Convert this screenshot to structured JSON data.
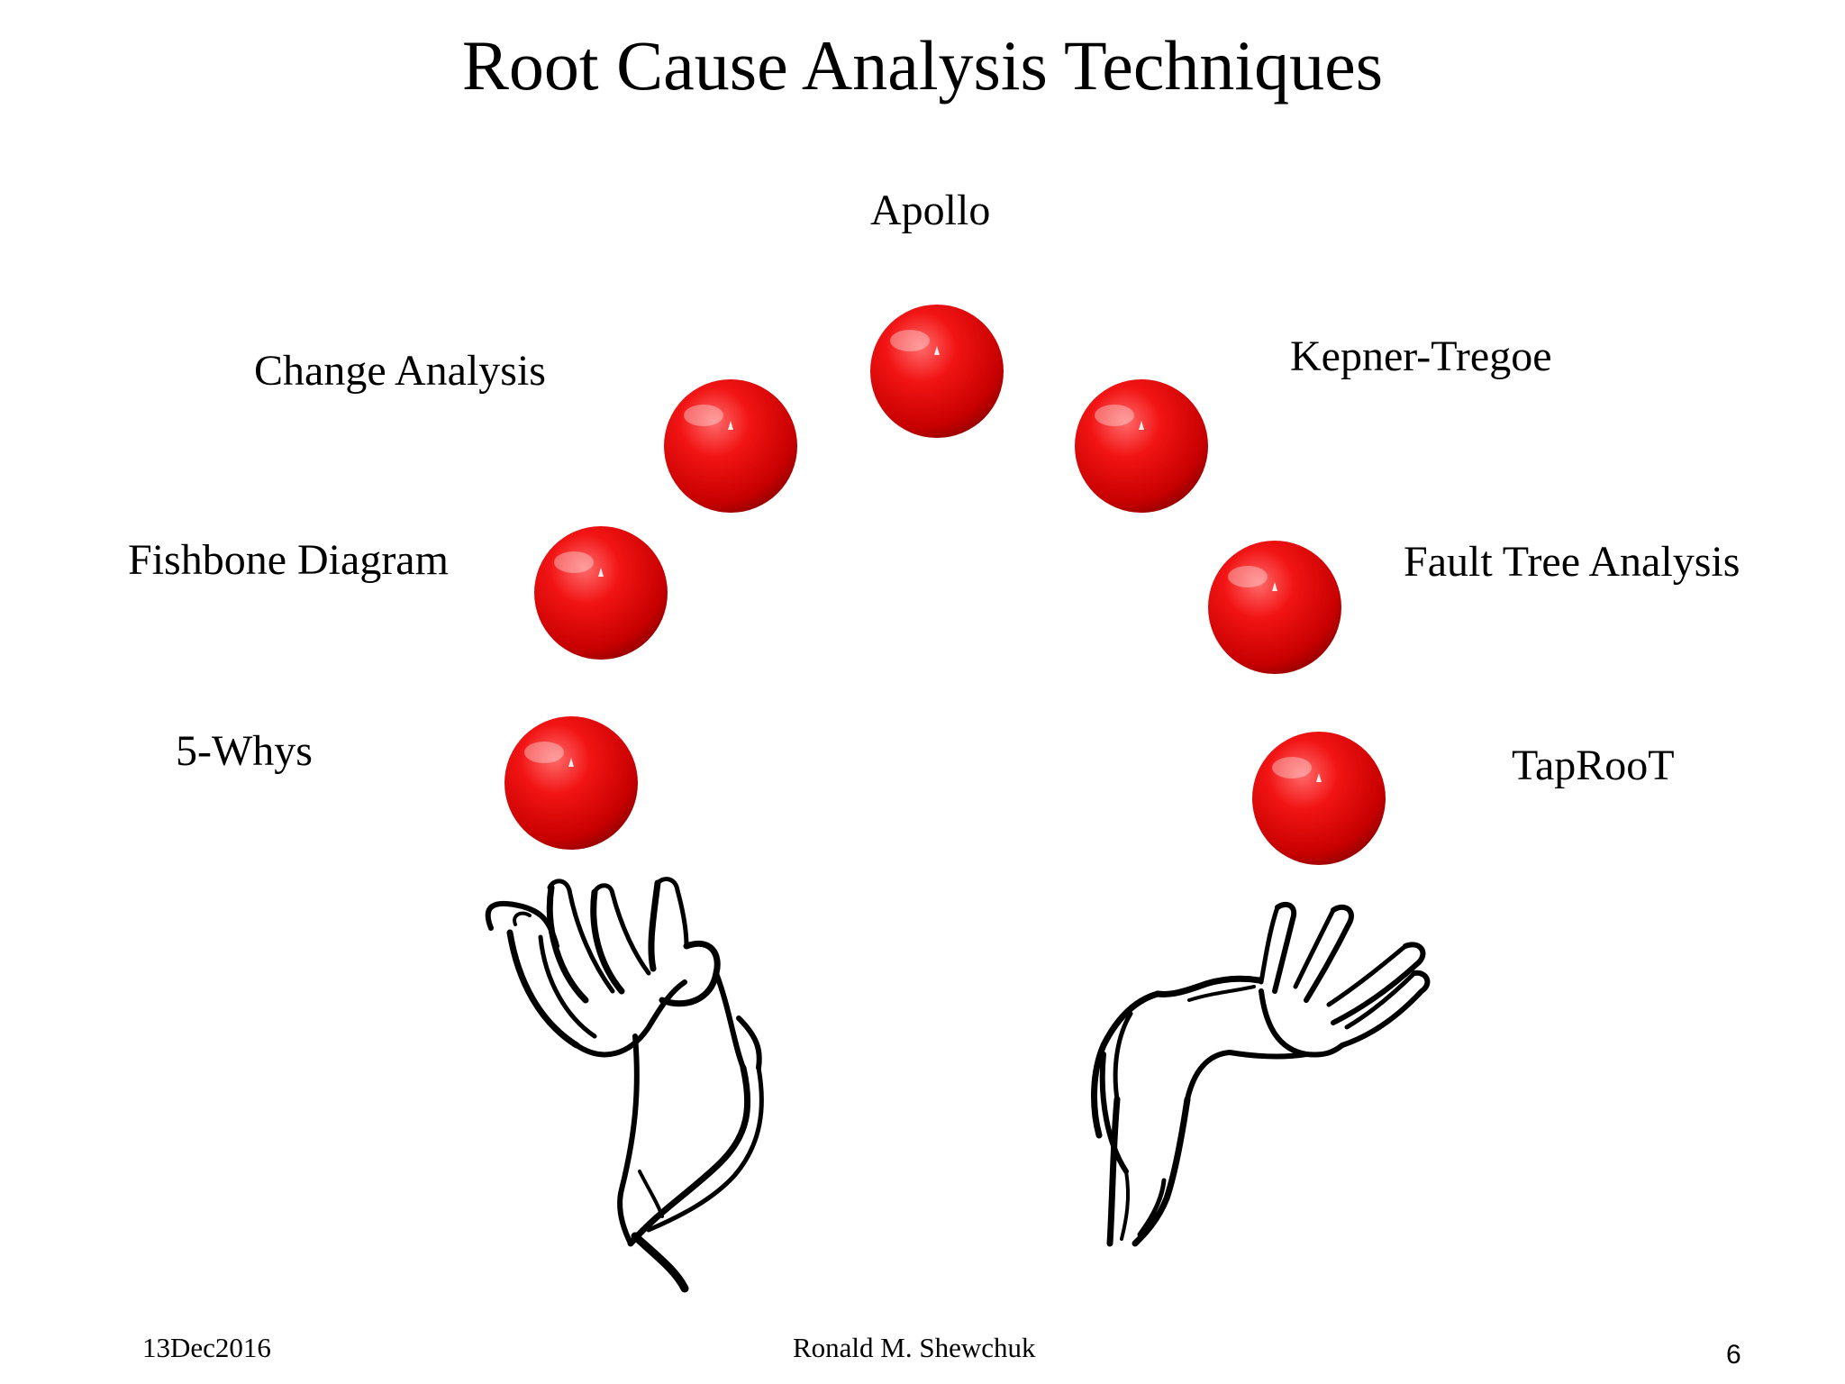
{
  "slide": {
    "title": "Root Cause Analysis Techniques",
    "techniques": [
      {
        "id": "apollo",
        "label": "Apollo"
      },
      {
        "id": "change-analysis",
        "label": "Change Analysis"
      },
      {
        "id": "kepner-tregoe",
        "label": "Kepner-Tregoe"
      },
      {
        "id": "fishbone-diagram",
        "label": "Fishbone Diagram"
      },
      {
        "id": "fault-tree-analysis",
        "label": "Fault Tree Analysis"
      },
      {
        "id": "5-whys",
        "label": "5-Whys"
      },
      {
        "id": "taproot",
        "label": "TapRooT"
      }
    ],
    "footer": {
      "date": "13Dec2016",
      "author": "Ronald M. Shewchuk",
      "page_number": "6"
    },
    "illustration": {
      "ball_color": "#e00000",
      "ball_count": 7,
      "hands": [
        "left-hand-icon",
        "right-hand-icon"
      ]
    }
  }
}
